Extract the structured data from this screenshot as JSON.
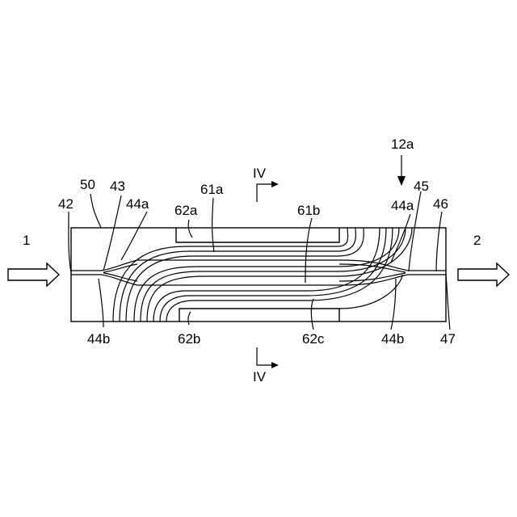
{
  "labels": {
    "input_arrow": "1",
    "output_arrow": "2",
    "device": "12a",
    "section_top": "IV",
    "section_bottom": "IV",
    "substrate": "50",
    "in_waveguide": "42",
    "branch_left": "43",
    "arm_a_left": "44a",
    "arm_b_left": "44b",
    "electrode_signal": "61a",
    "electrode_signal_2": "61b",
    "ground_top": "62a",
    "ground_bottom": "62b",
    "ground_center": "62c",
    "arm_a_right": "44a",
    "arm_b_right": "44b",
    "merge_right": "45",
    "out_waveguide": "46",
    "out_end": "47"
  },
  "colors": {
    "line": "#000000",
    "background": "#ffffff"
  }
}
